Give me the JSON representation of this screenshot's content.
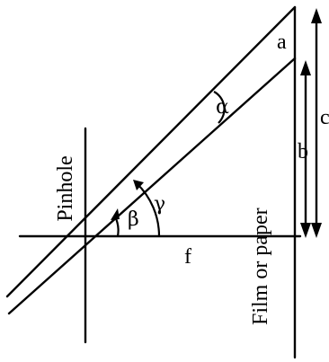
{
  "labels": {
    "pinhole": "Pinhole",
    "film": "Film or paper",
    "a": "a",
    "b": "b",
    "c": "c",
    "f": "f",
    "alpha": "α",
    "beta": "β",
    "gamma": "γ"
  },
  "colors": {
    "ink": "#000000",
    "background": "#ffffff"
  }
}
